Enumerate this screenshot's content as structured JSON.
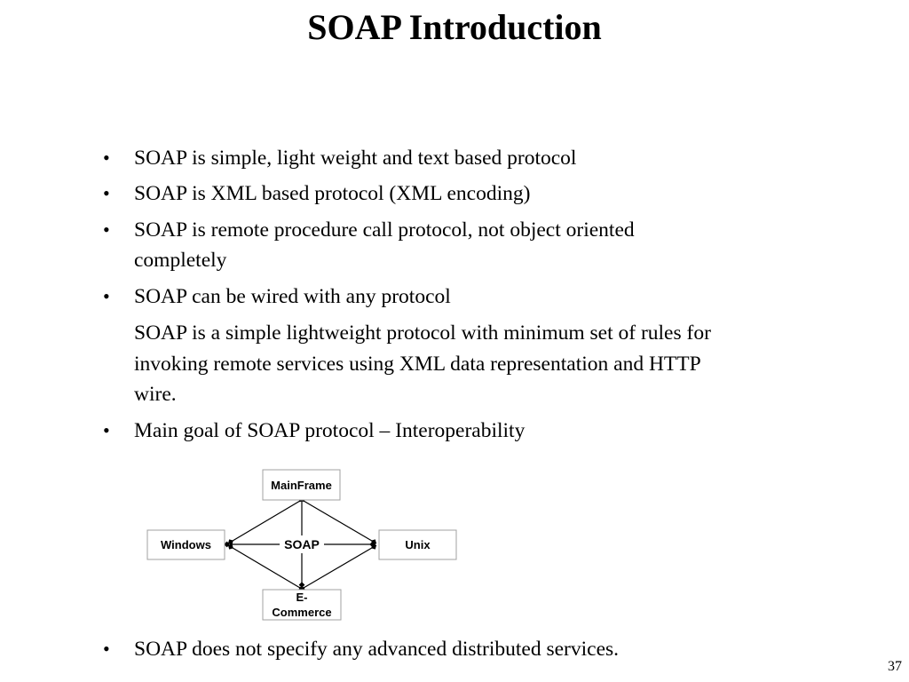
{
  "title": "SOAP Introduction",
  "bullet_char": "•",
  "bullets": [
    {
      "text": "SOAP is simple, light weight and text based protocol"
    },
    {
      "text": "SOAP is XML based protocol (XML encoding)"
    },
    {
      "line1": "SOAP is remote procedure call protocol, not object oriented",
      "line2": "completely"
    },
    {
      "text": "SOAP can be wired with any protocol"
    },
    {
      "line1": "SOAP is a simple lightweight protocol with minimum set of rules for",
      "line2": "invoking remote services using XML data representation and HTTP",
      "line3": "wire."
    },
    {
      "text": "Main goal of SOAP protocol – Interoperability"
    },
    {
      "text": "SOAP does not specify any advanced distributed services."
    }
  ],
  "diagram": {
    "center": "SOAP",
    "nodes": {
      "top": "MainFrame",
      "left": "Windows",
      "right": "Unix",
      "bottom_line1": "E-",
      "bottom_line2": "Commerce"
    }
  },
  "page_number": "37"
}
